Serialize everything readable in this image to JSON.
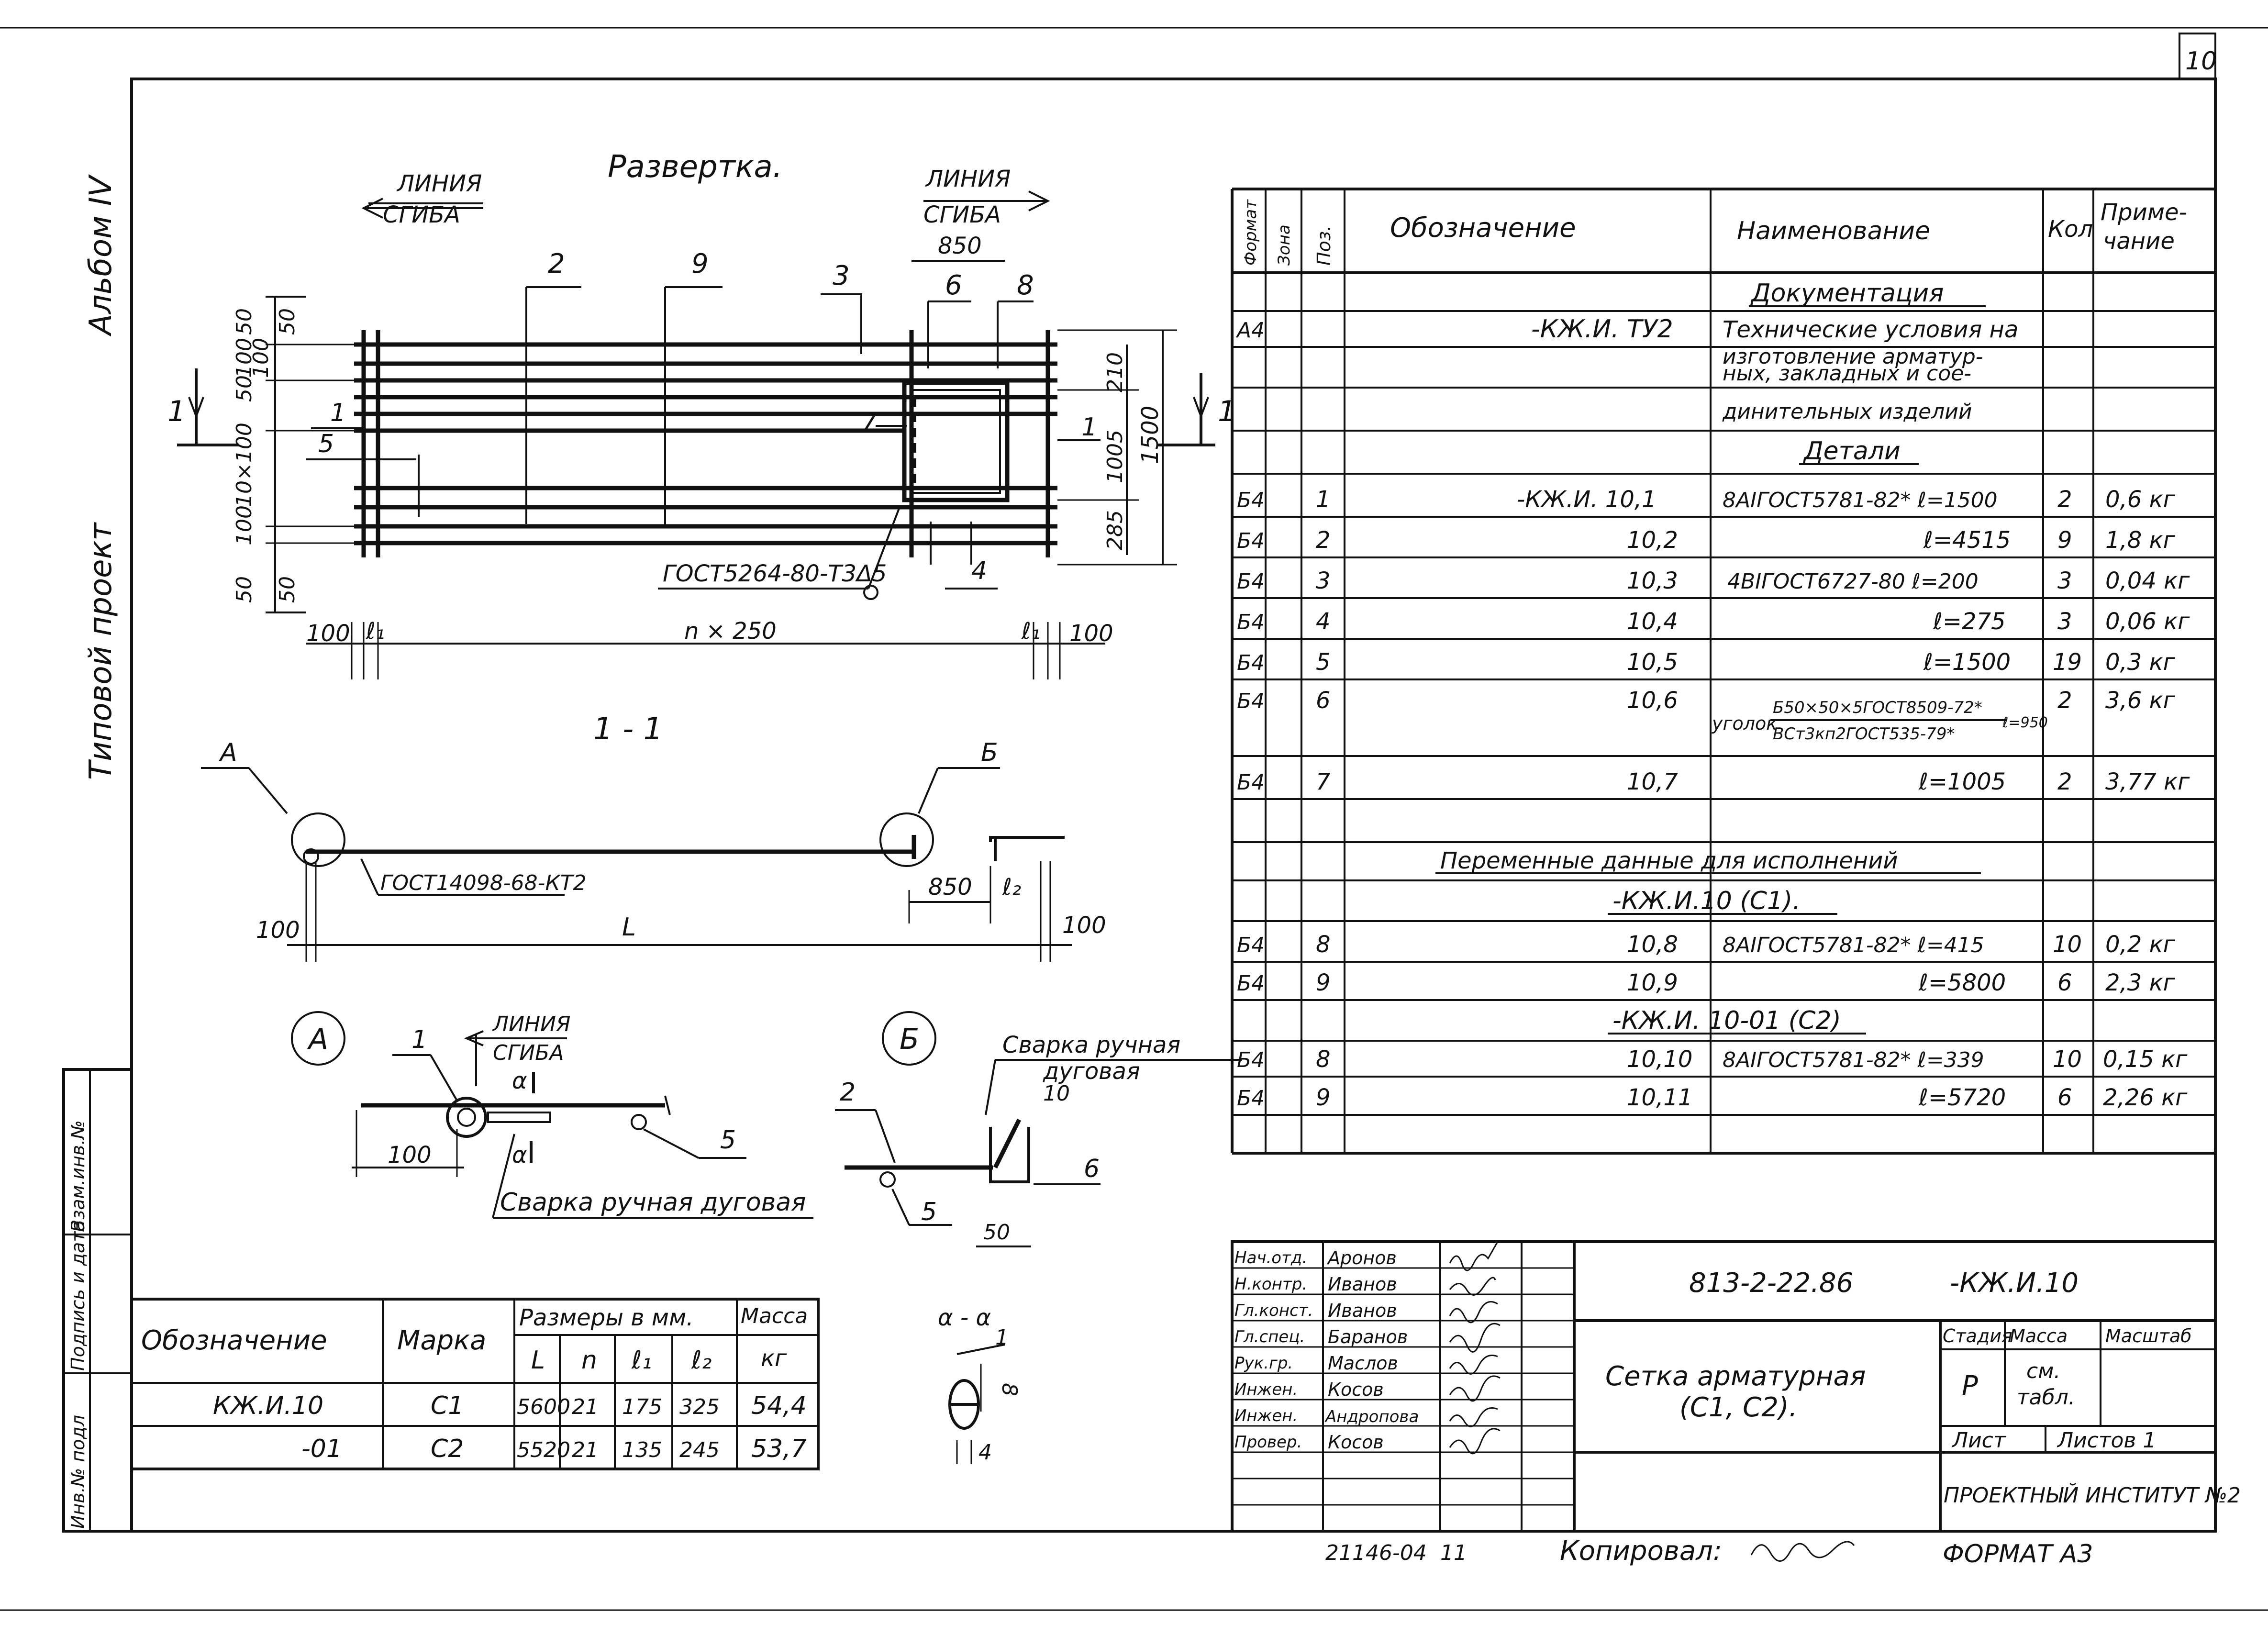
{
  "sheet": {
    "number": "10",
    "album": "Альбом IV",
    "project": "Типовой проект",
    "format": "ФОРМАТ А3",
    "copied": "Копировал:",
    "inv_number": "21146-04",
    "inv_sheet": "11"
  },
  "side_strip": {
    "cells": [
      "Инв.№ подл",
      "Подпись и дата",
      "Взам.инв.№"
    ]
  },
  "drawing": {
    "title": "Развертка.",
    "bend_line_left": [
      "ЛИНИЯ",
      "СГИБА"
    ],
    "bend_line_right": [
      "ЛИНИЯ",
      "СГИБА"
    ],
    "dim_850_top": "850",
    "pos_labels_top": [
      "2",
      "9",
      "3",
      "6",
      "8"
    ],
    "left_dims": [
      "50",
      "50",
      "100",
      "100",
      "50",
      "10×100",
      "100",
      "50",
      "50"
    ],
    "left_pos_labels": [
      "1",
      "5"
    ],
    "section_mark": "1",
    "weld_note": "ГОСТ5264-80-Т3Δ5",
    "pos_4": "4",
    "pos_7": "7",
    "pos_1_right": "1",
    "right_dims": [
      "210",
      "1005",
      "1500",
      "285"
    ],
    "bottom_dims": [
      "100",
      "ℓ₁",
      "n × 250",
      "ℓ₁",
      "100"
    ],
    "section_title": "1 - 1",
    "callout_a": "А",
    "callout_b": "Б",
    "weld_section": "ГОСТ14098-68-КТ2",
    "dim_100_l": "100",
    "dim_L": "L",
    "dim_850": "850",
    "dim_l2": "ℓ₂",
    "dim_100_r": "100",
    "detail_a_label": "А",
    "detail_a_bend": [
      "ЛИНИЯ",
      "СГИБА"
    ],
    "detail_a_pos1": "1",
    "detail_a_alpha": "α",
    "detail_a_100": "100",
    "detail_a_pos5": "5",
    "detail_a_weld": "Сварка ручная дуговая",
    "detail_b_label": "Б",
    "detail_b_weld": [
      "Сварка ручная",
      "дуговая"
    ],
    "detail_b_10": "10",
    "detail_b_pos2": "2",
    "detail_b_pos6": "6",
    "detail_b_pos5": "5",
    "detail_b_50": "50",
    "section_aa": "α - α",
    "section_aa_1": "1",
    "section_aa_8": "8",
    "section_aa_4": "4"
  },
  "spec": {
    "headers": {
      "format": "Формат",
      "zone": "Зона",
      "pos": "Поз.",
      "designation": "Обозначение",
      "name": "Наименование",
      "qty": "Кол",
      "note": [
        "Приме-",
        "чание"
      ]
    },
    "section_docs": "Документация",
    "section_parts": "Детали",
    "doc_row": {
      "format": "А4",
      "designation": "-КЖ.И. ТУ2",
      "name": [
        "Технические условия на",
        "изготовление арматур-",
        "ных, закладных и сое-",
        "динительных изделий"
      ]
    },
    "rows": [
      {
        "format": "Б4",
        "pos": "1",
        "designation": "-КЖ.И.   10,1",
        "name": "8AIГОСТ5781-82* ℓ=1500",
        "qty": "2",
        "note": "0,6 кг"
      },
      {
        "format": "Б4",
        "pos": "2",
        "designation": "10,2",
        "name": "ℓ=4515",
        "qty": "9",
        "note": "1,8 кг"
      },
      {
        "format": "Б4",
        "pos": "3",
        "designation": "10,3",
        "name": "4ВIГОСТ6727-80  ℓ=200",
        "qty": "3",
        "note": "0,04 кг"
      },
      {
        "format": "Б4",
        "pos": "4",
        "designation": "10,4",
        "name": "ℓ=275",
        "qty": "3",
        "note": "0,06 кг"
      },
      {
        "format": "Б4",
        "pos": "5",
        "designation": "10,5",
        "name": "ℓ=1500",
        "qty": "19",
        "note": "0,3 кг"
      },
      {
        "format": "Б4",
        "pos": "6",
        "designation": "10,6",
        "name": "",
        "qty": "2",
        "note": "3,6 кг"
      },
      {
        "format": "Б4",
        "pos": "7",
        "designation": "10,7",
        "name": "ℓ=1005",
        "qty": "2",
        "note": "3,77 кг"
      }
    ],
    "angle_name": {
      "prefix": "уголок",
      "numerator": "Б50×50×5ГОСТ8509-72*",
      "denominator": "ВСт3кп2ГОСТ535-79*",
      "length": "ℓ=950"
    },
    "variable_title": "Переменные данные для исполнений",
    "variant1_title": "-КЖ.И.10 (С1).",
    "variant1_rows": [
      {
        "format": "Б4",
        "pos": "8",
        "designation": "10,8",
        "name": "8AIГОСТ5781-82* ℓ=415",
        "qty": "10",
        "note": "0,2 кг"
      },
      {
        "format": "Б4",
        "pos": "9",
        "designation": "10,9",
        "name": "ℓ=5800",
        "qty": "6",
        "note": "2,3 кг"
      }
    ],
    "variant2_title": "-КЖ.И. 10-01 (С2)",
    "variant2_rows": [
      {
        "format": "Б4",
        "pos": "8",
        "designation": "10,10",
        "name": "8AIГОСТ5781-82*  ℓ=339",
        "qty": "10",
        "note": "0,15 кг"
      },
      {
        "format": "Б4",
        "pos": "9",
        "designation": "10,11",
        "name": "ℓ=5720",
        "qty": "6",
        "note": "2,26 кг"
      }
    ]
  },
  "sizes_table": {
    "col_designation": "Обозначение",
    "col_mark": "Марка",
    "col_sizes": "Размеры в мм.",
    "col_mass": [
      "Масса",
      "кг"
    ],
    "sub": [
      "L",
      "n",
      "ℓ₁",
      "ℓ₂"
    ],
    "rows": [
      {
        "designation": "КЖ.И.10",
        "mark": "С1",
        "L": "5600",
        "n": "21",
        "l1": "175",
        "l2": "325",
        "mass": "54,4"
      },
      {
        "designation": "-01",
        "mark": "С2",
        "L": "5520",
        "n": "21",
        "l1": "135",
        "l2": "245",
        "mass": "53,7"
      }
    ]
  },
  "stamp": {
    "code": "813-2-22.86",
    "doc": "-КЖ.И.10",
    "title": [
      "Сетка арматурная",
      "(С1, С2)."
    ],
    "stage_label": "Стадия",
    "mass_label": "Масса",
    "scale_label": "Масштаб",
    "stage": "Р",
    "mass_value": [
      "см.",
      "табл."
    ],
    "sheet_label": "Лист",
    "sheets_label": "Листов 1",
    "org": "ПРОЕКТНЫЙ ИНСТИТУТ №2",
    "people": [
      {
        "role": "Нач.отд.",
        "name": "Аронов"
      },
      {
        "role": "Н.контр.",
        "name": "Иванов"
      },
      {
        "role": "Гл.конст.",
        "name": "Иванов"
      },
      {
        "role": "Гл.спец.",
        "name": "Баранов"
      },
      {
        "role": "Рук.гр.",
        "name": "Маслов"
      },
      {
        "role": "Инжен.",
        "name": "Косов"
      },
      {
        "role": "Инжен.",
        "name": "Андропова"
      },
      {
        "role": "Провер.",
        "name": "Косов"
      }
    ]
  }
}
